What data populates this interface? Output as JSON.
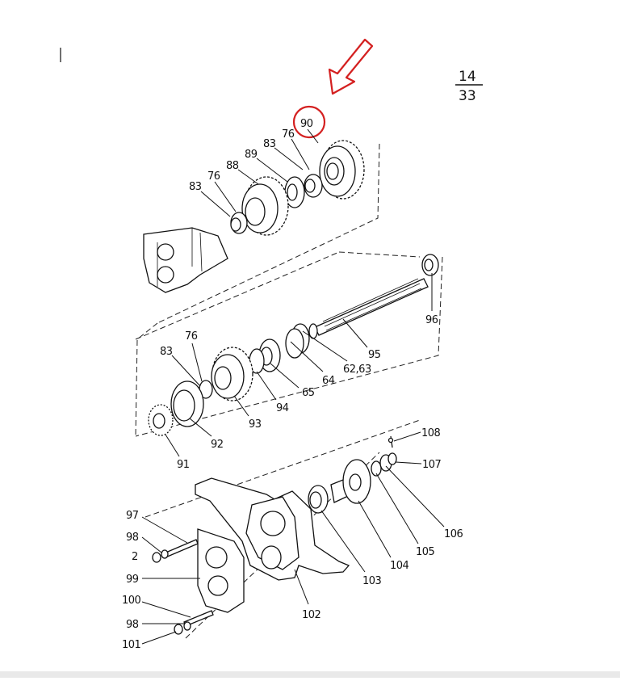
{
  "diagram": {
    "page_ref": {
      "top": "14",
      "bottom": "33"
    },
    "highlighted_part": "90",
    "highlight_color": "#d42020",
    "labels": {
      "p90": "90",
      "p76a": "76",
      "p83a": "83",
      "p89": "89",
      "p88": "88",
      "p76b": "76",
      "p83b": "83",
      "p96": "96",
      "p95": "95",
      "p62": "62,63",
      "p64": "64",
      "p65": "65",
      "p94": "94",
      "p93": "93",
      "p76c": "76",
      "p83c": "83",
      "p92": "92",
      "p91": "91",
      "p108": "108",
      "p107": "107",
      "p106": "106",
      "p105": "105",
      "p104": "104",
      "p103": "103",
      "p102": "102",
      "p97": "97",
      "p98a": "98",
      "p2": "2",
      "p99": "99",
      "p100": "100",
      "p98b": "98",
      "p101": "101"
    }
  }
}
